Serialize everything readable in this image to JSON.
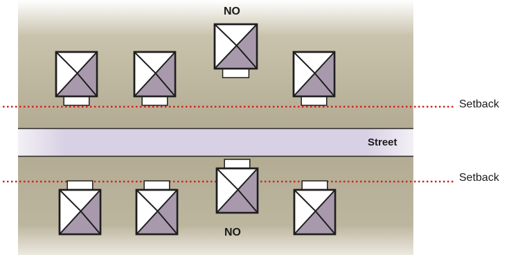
{
  "labels": {
    "top_no": "NO",
    "bottom_no": "NO",
    "setback_top": "Setback",
    "setback_bottom": "Setback",
    "street": "Street"
  },
  "colors": {
    "ground": "#b3ac93",
    "street": "#d8d0e4",
    "roof_light": "#ffffff",
    "roof_shade": "#a89aac",
    "outline": "#1e1e1e",
    "setback_line": "#d42020"
  }
}
